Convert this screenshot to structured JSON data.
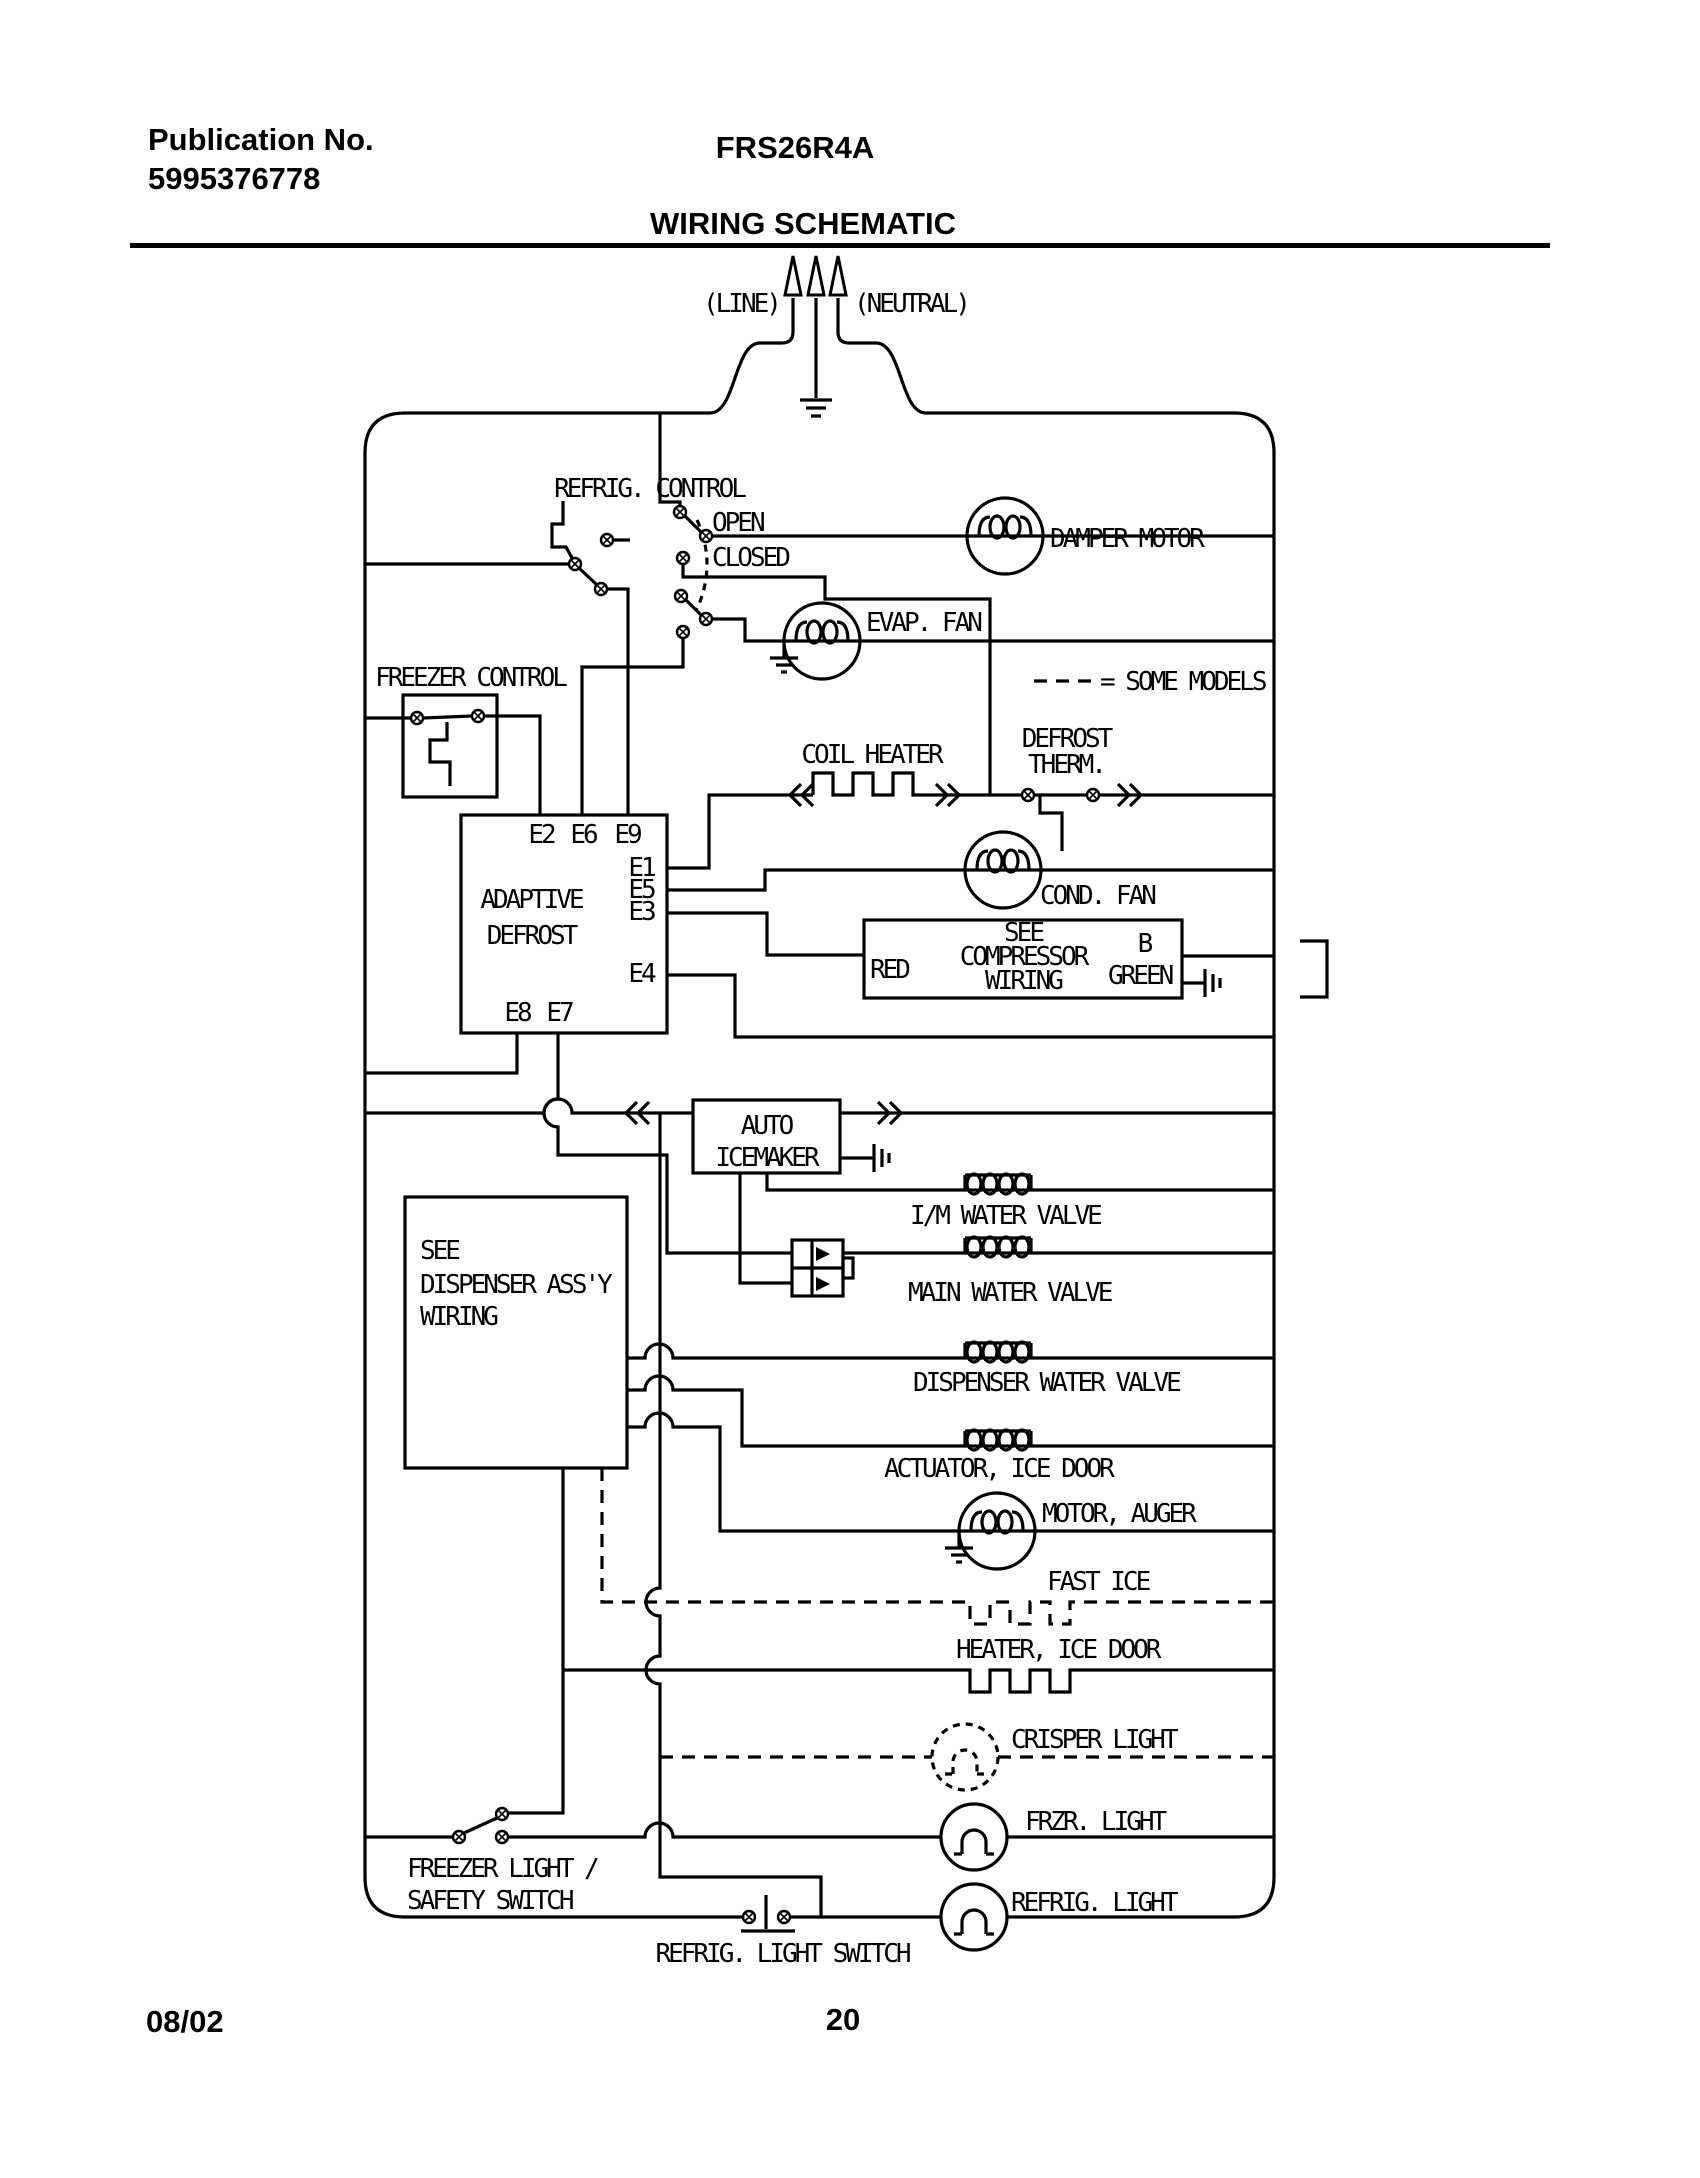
{
  "header": {
    "publication_label": "Publication No.",
    "publication_number": "5995376778",
    "model": "FRS26R4A",
    "title": "WIRING SCHEMATIC"
  },
  "supply": {
    "line": "(LINE)",
    "neutral": "(NEUTRAL)"
  },
  "legend": {
    "some_models": "= SOME MODELS"
  },
  "labels": {
    "refrig_control": "REFRIG. CONTROL",
    "open": "OPEN",
    "closed": "CLOSED",
    "damper_motor": "DAMPER MOTOR",
    "evap_fan": "EVAP. FAN",
    "freezer_control": "FREEZER CONTROL",
    "coil_heater": "COIL HEATER",
    "defrost_line1": "DEFROST",
    "defrost_line2": "THERM.",
    "cond_fan": "COND. FAN",
    "adaptive_line1": "ADAPTIVE",
    "adaptive_line2": "DEFROST",
    "compressor_line1": "SEE",
    "compressor_line2": "COMPRESSOR",
    "compressor_line3": "WIRING",
    "red": "RED",
    "b": "B",
    "green": "GREEN",
    "auto_line1": "AUTO",
    "auto_line2": "ICEMAKER",
    "dispenser_line1": "SEE",
    "dispenser_line2": "DISPENSER ASS'Y",
    "dispenser_line3": "WIRING",
    "im_water_valve": "I/M WATER VALVE",
    "main_water_valve": "MAIN WATER VALVE",
    "dispenser_water_valve": "DISPENSER WATER VALVE",
    "actuator_ice_door": "ACTUATOR, ICE DOOR",
    "motor_auger": "MOTOR, AUGER",
    "fast_ice": "FAST ICE",
    "heater_ice_door": "HEATER, ICE DOOR",
    "crisper_light": "CRISPER LIGHT",
    "frzr_light": "FRZR. LIGHT",
    "refrig_light": "REFRIG. LIGHT",
    "freezer_safety_line1": "FREEZER LIGHT /",
    "freezer_safety_line2": "SAFETY SWITCH",
    "refrig_light_switch": "REFRIG. LIGHT SWITCH"
  },
  "terminals": {
    "e2": "E2",
    "e6": "E6",
    "e9": "E9",
    "e1": "E1",
    "e5": "E5",
    "e3": "E3",
    "e4": "E4",
    "e8": "E8",
    "e7": "E7"
  },
  "footer": {
    "date": "08/02",
    "page": "20"
  },
  "colors": {
    "ink": "#000000",
    "paper": "#ffffff"
  }
}
